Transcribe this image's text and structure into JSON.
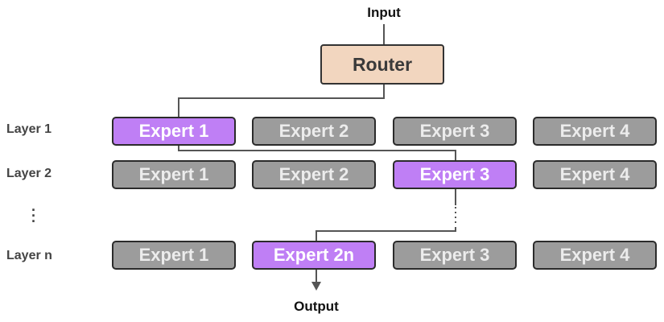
{
  "input_label": "Input",
  "output_label": "Output",
  "router_label": "Router",
  "layers": [
    {
      "label": "Layer 1",
      "experts": [
        "Expert 1",
        "Expert 2",
        "Expert 3",
        "Expert 4"
      ],
      "active": 0
    },
    {
      "label": "Layer 2",
      "experts": [
        "Expert 1",
        "Expert 2",
        "Expert 3",
        "Expert 4"
      ],
      "active": 2
    },
    {
      "label": "Layer n",
      "experts": [
        "Expert 1",
        "Expert 2n",
        "Expert 3",
        "Expert 4"
      ],
      "active": 1
    }
  ],
  "colors": {
    "router_fill": "#f2d6bf",
    "active_expert": "#bf7ff5",
    "inactive_expert": "#9c9c9c",
    "connector": "#555555"
  }
}
